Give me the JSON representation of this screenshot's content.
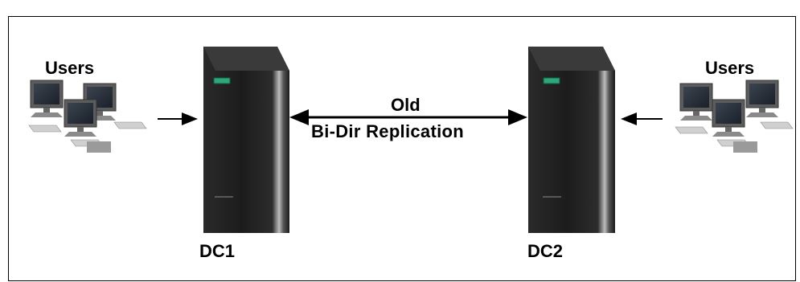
{
  "diagram": {
    "users_left": {
      "label": "Users"
    },
    "users_right": {
      "label": "Users"
    },
    "dc1": {
      "label": "DC1"
    },
    "dc2": {
      "label": "DC2"
    },
    "replication": {
      "line1": "Old",
      "line2": "Bi-Dir Replication"
    },
    "colors": {
      "server_body": "#222222",
      "server_bezel": "#3a3a3a",
      "status_light": "#2ea87a",
      "monitor": "#4a4a4a",
      "screen": "#222a33"
    },
    "icons": [
      "workstation-group-icon",
      "server-tower-icon",
      "arrow-right-icon",
      "arrow-left-icon",
      "double-arrow-icon"
    ]
  }
}
